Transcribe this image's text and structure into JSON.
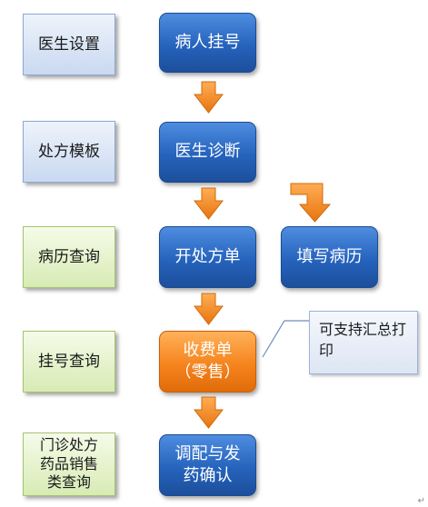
{
  "side_boxes": [
    {
      "text": "医生设置"
    },
    {
      "text": "处方模板"
    },
    {
      "text": "病历查询"
    },
    {
      "text": "挂号查询"
    },
    {
      "lines": [
        "门诊处方",
        "药品销售",
        "类查询"
      ]
    }
  ],
  "flow_boxes": [
    {
      "text": "病人挂号"
    },
    {
      "text": "医生诊断"
    },
    {
      "text": "开处方单"
    },
    {
      "lines": [
        "收费单",
        "（零售）"
      ]
    },
    {
      "lines": [
        "调配与发",
        "药确认"
      ]
    }
  ],
  "branch_box": {
    "text": "填写病历"
  },
  "callout": {
    "text": "可支持汇总打印"
  },
  "paragraph_mark": "↵",
  "colors": {
    "flow_blue": "#2563bd",
    "flow_orange": "#f5841e",
    "arrow_orange": "#f5861f",
    "side_blue_fill": "#dbe6f6",
    "side_green_fill": "#e8f3d2"
  }
}
